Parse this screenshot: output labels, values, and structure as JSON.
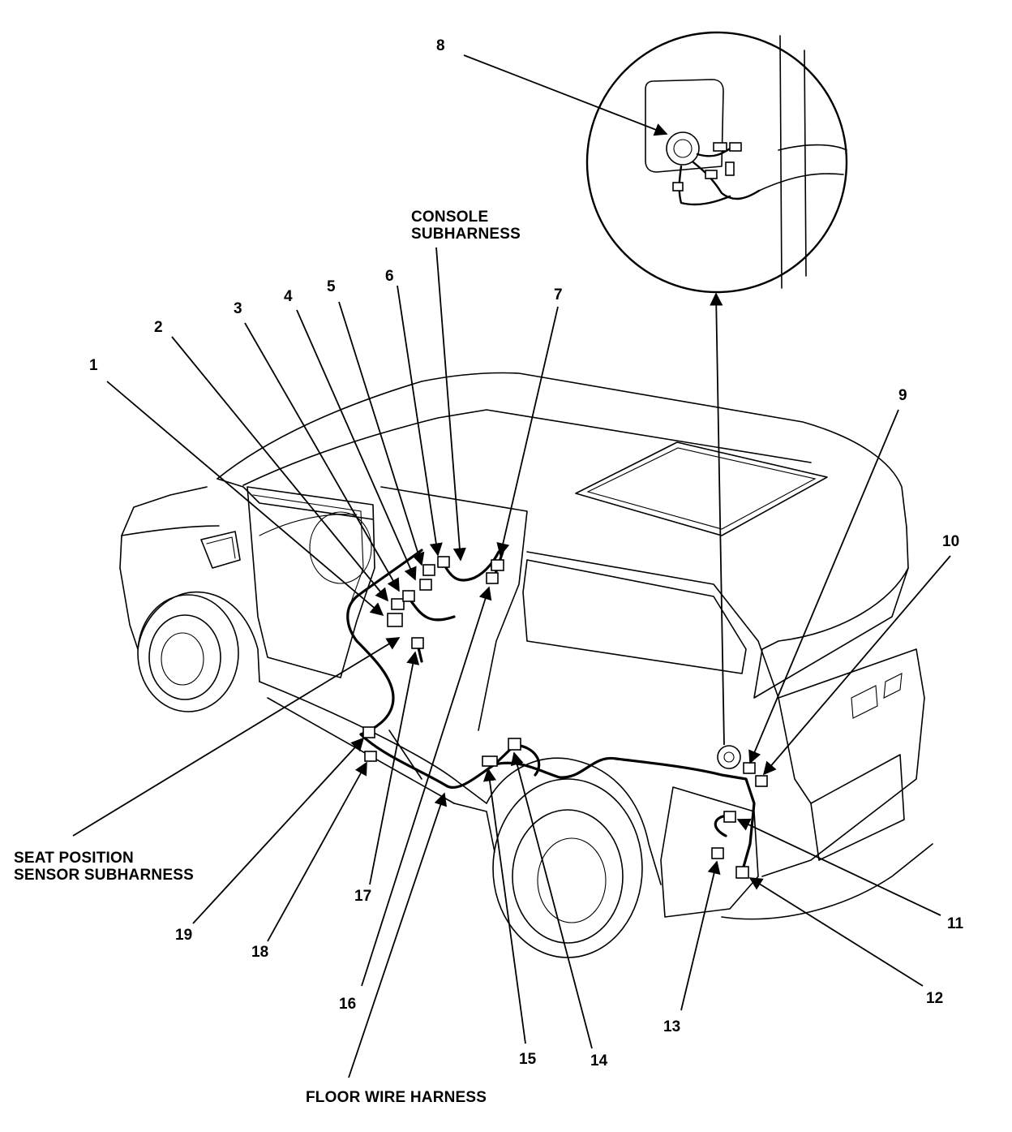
{
  "callouts": {
    "n1": "1",
    "n2": "2",
    "n3": "3",
    "n4": "4",
    "n5": "5",
    "n6": "6",
    "n7": "7",
    "n8": "8",
    "n9": "9",
    "n10": "10",
    "n11": "11",
    "n12": "12",
    "n13": "13",
    "n14": "14",
    "n15": "15",
    "n16": "16",
    "n17": "17",
    "n18": "18",
    "n19": "19"
  },
  "labels": {
    "console_line1": "CONSOLE",
    "console_line2": "SUBHARNESS",
    "seat_line1": "SEAT POSITION",
    "seat_line2": "SENSOR SUBHARNESS",
    "floor": "FLOOR WIRE HARNESS"
  }
}
